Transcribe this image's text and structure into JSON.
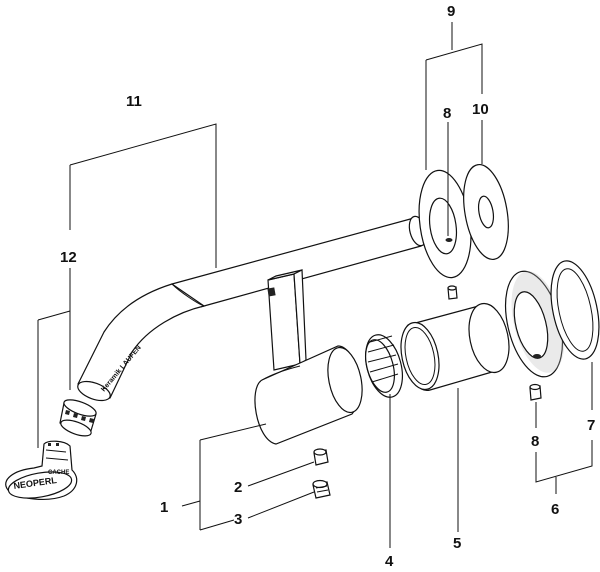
{
  "diagram": {
    "parts": [
      {
        "number": "1"
      },
      {
        "number": "2"
      },
      {
        "number": "3"
      },
      {
        "number": "4"
      },
      {
        "number": "5"
      },
      {
        "number": "6"
      },
      {
        "number": "7"
      },
      {
        "number": "8"
      },
      {
        "number": "8"
      },
      {
        "number": "9"
      },
      {
        "number": "10"
      },
      {
        "number": "11"
      },
      {
        "number": "12"
      }
    ],
    "brand_spout": "Keramik LAUFEN",
    "brand_key": "NEOPERL",
    "brand_cache": "CACHE"
  }
}
